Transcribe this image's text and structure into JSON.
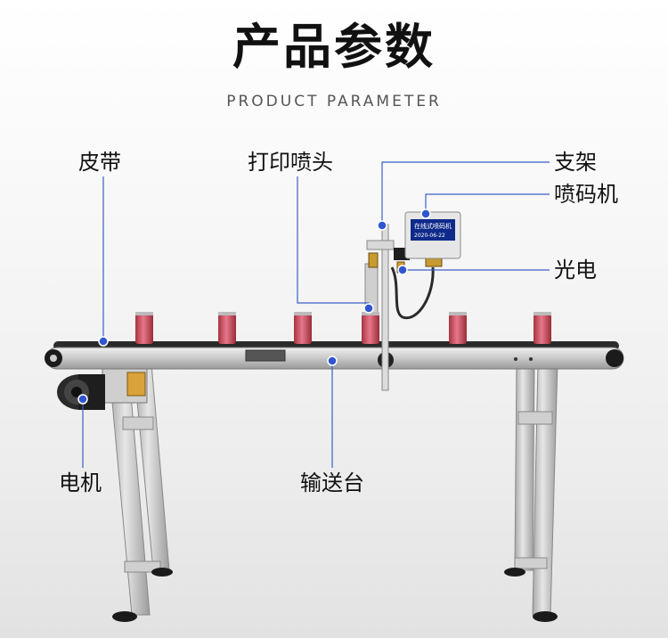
{
  "header": {
    "title": "产品参数",
    "subtitle": "PRODUCT PARAMETER"
  },
  "labels": {
    "belt": "皮带",
    "print_head": "打印喷头",
    "bracket": "支架",
    "printer": "喷码机",
    "photo_sensor": "光电",
    "motor": "电机",
    "conveyor": "输送台"
  },
  "printer_screen": {
    "line1": "在线式喷码机",
    "line2": "2020-06-22"
  },
  "colors": {
    "callout_line": "#3a5fc8",
    "callout_dot": "#2f56d0",
    "can": "#c8455a"
  }
}
